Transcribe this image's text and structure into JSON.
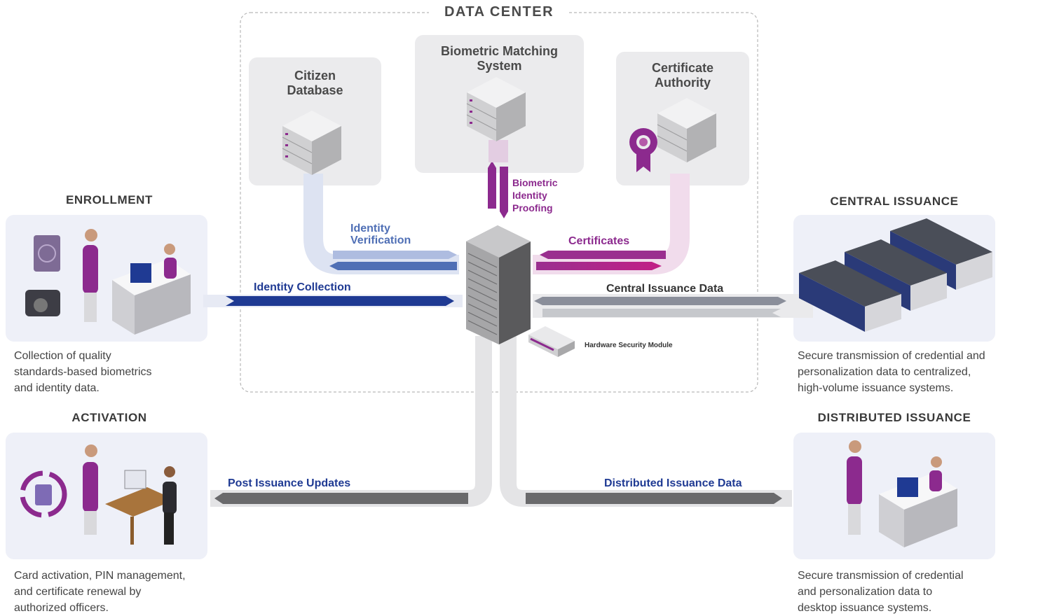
{
  "data_center": {
    "title": "DATA CENTER",
    "citizen_database": "Citizen\nDatabase",
    "biometric_matching": "Biometric Matching\nSystem",
    "certificate_authority": "Certificate\nAuthority",
    "hsm_label": "Hardware Security Module"
  },
  "flows": {
    "identity_verification": "Identity\nVerification",
    "biometric_identity_proofing": "Biometric\nIdentity\nProofing",
    "certificates": "Certificates",
    "identity_collection": "Identity Collection",
    "central_issuance_data": "Central Issuance Data",
    "post_issuance_updates": "Post Issuance Updates",
    "distributed_issuance_data": "Distributed Issuance Data"
  },
  "sections": {
    "enrollment": {
      "title": "ENROLLMENT",
      "description": "Collection of quality\nstandards-based biometrics\nand identity data."
    },
    "activation": {
      "title": "ACTIVATION",
      "description": "Card activation, PIN management,\nand certificate renewal by\nauthorized officers."
    },
    "central_issuance": {
      "title": "CENTRAL ISSUANCE",
      "description": "Secure transmission of credential and\npersonalization data to centralized,\nhigh-volume issuance systems."
    },
    "distributed_issuance": {
      "title": "DISTRIBUTED ISSUANCE",
      "description": "Secure transmission of credential\nand personalization data to\ndesktop issuance systems."
    }
  },
  "colors": {
    "purple": "#8c2a8e",
    "navy": "#1f3a93",
    "blue": "#4f6fb5",
    "gray_pipe": "#e4e4e6",
    "panel": "#eef0f8",
    "box": "#ebebed"
  }
}
